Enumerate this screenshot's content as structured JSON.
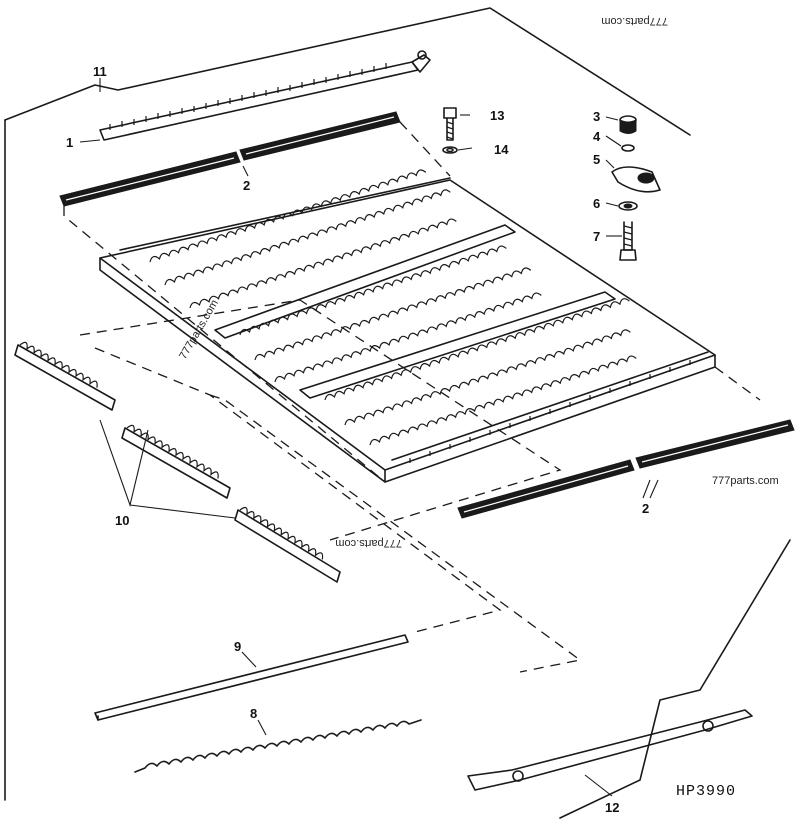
{
  "watermark_top": "777parts.com",
  "watermark_side": "777parts.com",
  "watermark_right": "777parts.com",
  "watermark_mid": "777parts.com",
  "drawing_code": "HP3990",
  "callouts": {
    "c1": "1",
    "c2a": "2",
    "c2b": "2",
    "c3": "3",
    "c4": "4",
    "c5": "5",
    "c6": "6",
    "c7": "7",
    "c8": "8",
    "c9": "9",
    "c10": "10",
    "c11": "11",
    "c12": "12",
    "c13": "13",
    "c14": "14"
  }
}
